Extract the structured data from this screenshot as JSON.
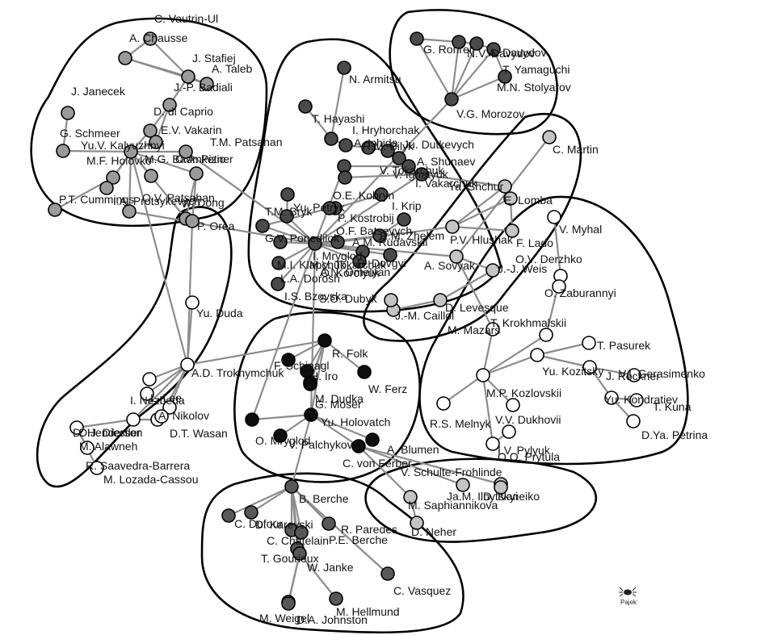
{
  "colors": {
    "c1": "#9a9a9a",
    "c2": "#4a4a4a",
    "c3": "#c4c4c4",
    "c4": "#ffffff",
    "c5": "#0d0d0d",
    "c6": "#585858"
  },
  "software_logo": "Pajek",
  "nodes": [
    {
      "name": "C. Vautrin-Ul",
      "group": "c1"
    },
    {
      "name": "A. Chausse",
      "group": "c1"
    },
    {
      "name": "J. Stafiej",
      "group": "c1"
    },
    {
      "name": "A. Taleb",
      "group": "c1"
    },
    {
      "name": "J.-P. Badiali",
      "group": "c1"
    },
    {
      "name": "D. di Caprio",
      "group": "c1"
    },
    {
      "name": "E.V. Vakarin",
      "group": "c1"
    },
    {
      "name": "J. Janecek",
      "group": "c1"
    },
    {
      "name": "G. Schmeer",
      "group": "c1"
    },
    {
      "name": "M.F. Holovko",
      "group": "c1"
    },
    {
      "name": "Yu.V. Kalyuzhnyi",
      "group": "c1"
    },
    {
      "name": "T.M. Patsahan",
      "group": "c1"
    },
    {
      "name": "I.A. Protsykevych",
      "group": "c1"
    },
    {
      "name": "M.G. Baumketner",
      "group": "c1"
    },
    {
      "name": "O.A. Pizio",
      "group": "c1"
    },
    {
      "name": "P.T. Cummings",
      "group": "c1"
    },
    {
      "name": "O.V. Patsahan",
      "group": "c1"
    },
    {
      "name": "W. Dong",
      "group": "c1"
    },
    {
      "name": "P. Orea",
      "group": "c1"
    },
    {
      "name": "N. Armitsu",
      "group": "c2"
    },
    {
      "name": "T. Hayashi",
      "group": "c2"
    },
    {
      "name": "I. Hryhorchak",
      "group": "c2"
    },
    {
      "name": "A. Ishida",
      "group": "c2"
    },
    {
      "name": "R.M. Bilyk",
      "group": "c2"
    },
    {
      "name": "Ju. Dutkevych",
      "group": "c2"
    },
    {
      "name": "A. Shunaev",
      "group": "c2"
    },
    {
      "name": "V. Ignatyuk",
      "group": "c2"
    },
    {
      "name": "O.E. Kobryn",
      "group": "c2"
    },
    {
      "name": "V. Tokarchuk",
      "group": "c2"
    },
    {
      "name": "I. Vakarchuk",
      "group": "c2"
    },
    {
      "name": "Yu. Petryk",
      "group": "c2"
    },
    {
      "name": "T.M. Bryk",
      "group": "c2"
    },
    {
      "name": "I. Krip",
      "group": "c2"
    },
    {
      "name": "P. Kostrobij",
      "group": "c2"
    },
    {
      "name": "O.F. Batsevych",
      "group": "c2"
    },
    {
      "name": "G.V. Ponedilok",
      "group": "c2"
    },
    {
      "name": "R.M. Zhelem",
      "group": "c2"
    },
    {
      "name": "A.M. Rudavskii",
      "group": "c2"
    },
    {
      "name": "I. Mryglod",
      "group": "c2"
    },
    {
      "name": "M.I. Klapchuk",
      "group": "c2"
    },
    {
      "name": "M.V. Tokarchuk",
      "group": "c2"
    },
    {
      "name": "A.N. Omelyan",
      "group": "c2"
    },
    {
      "name": "O. Korolyuk",
      "group": "c2"
    },
    {
      "name": "R. Dovgyi",
      "group": "c2"
    },
    {
      "name": "L.A. Dorosh",
      "group": "c2"
    },
    {
      "name": "I.S. Bzovska",
      "group": "c2"
    },
    {
      "name": "G. Rohrer",
      "group": "c2"
    },
    {
      "name": "N.V. Davydov",
      "group": "c2"
    },
    {
      "name": "A. Davydov",
      "group": "c2"
    },
    {
      "name": "T. Yamaguchi",
      "group": "c2"
    },
    {
      "name": "M.N. Stolyarov",
      "group": "c2"
    },
    {
      "name": "V.G. Morozov",
      "group": "c2"
    },
    {
      "name": "C. Martin",
      "group": "c3"
    },
    {
      "name": "Ya. Shchur",
      "group": "c3"
    },
    {
      "name": "E. Lomba",
      "group": "c3"
    },
    {
      "name": "P.V. Hlushak",
      "group": "c3"
    },
    {
      "name": "F. Lado",
      "group": "c3"
    },
    {
      "name": "A. Sovyak",
      "group": "c3"
    },
    {
      "name": "J.-J. Weis",
      "group": "c3"
    },
    {
      "name": "D. Levesque",
      "group": "c3"
    },
    {
      "name": "J.-M. Caillol",
      "group": "c3"
    },
    {
      "name": "S.O. Dubyk",
      "group": "c3"
    },
    {
      "name": "V. Myhal",
      "group": "c4"
    },
    {
      "name": "O.V. Derzhko",
      "group": "c4"
    },
    {
      "name": "O. Zaburannyi",
      "group": "c4"
    },
    {
      "name": "M. Mazars",
      "group": "c4"
    },
    {
      "name": "T. Krokhmalskii",
      "group": "c4"
    },
    {
      "name": "T. Pasurek",
      "group": "c4"
    },
    {
      "name": "Yu. Kozitsky",
      "group": "c4"
    },
    {
      "name": "J. Rockner",
      "group": "c4"
    },
    {
      "name": "V.I. Gerasimenko",
      "group": "c4"
    },
    {
      "name": "Yu. Kondratiev",
      "group": "c4"
    },
    {
      "name": "T. Kuna",
      "group": "c4"
    },
    {
      "name": "M.P. Kozlovskii",
      "group": "c4"
    },
    {
      "name": "R.S. Melnyk",
      "group": "c4"
    },
    {
      "name": "V.V. Dukhovii",
      "group": "c4"
    },
    {
      "name": "D.Ya. Petrina",
      "group": "c4"
    },
    {
      "name": "I.V. Pylyuk",
      "group": "c4"
    },
    {
      "name": "O.O. Prytula",
      "group": "c4"
    },
    {
      "name": "Yu. Duda",
      "group": "c4"
    },
    {
      "name": "A.D. Trokhymchuk",
      "group": "c4"
    },
    {
      "name": "I. Nezbeda",
      "group": "c4"
    },
    {
      "name": "L. Lee",
      "group": "c4"
    },
    {
      "name": "A. Nikolov",
      "group": "c4"
    },
    {
      "name": "D. Henderson",
      "group": "c4"
    },
    {
      "name": "D.J. Diestler",
      "group": "c4"
    },
    {
      "name": "D.T. Wasan",
      "group": "c4"
    },
    {
      "name": "M. Alawneh",
      "group": "c4"
    },
    {
      "name": "R. Saavedra-Barrera",
      "group": "c4"
    },
    {
      "name": "M. Lozada-Cassou",
      "group": "c4"
    },
    {
      "name": "R. Folk",
      "group": "c5"
    },
    {
      "name": "F. Schinagl",
      "group": "c5"
    },
    {
      "name": "H. Iro",
      "group": "c5"
    },
    {
      "name": "W. Ferz",
      "group": "c5"
    },
    {
      "name": "M. Dudka",
      "group": "c5"
    },
    {
      "name": "G. Moser",
      "group": "c5"
    },
    {
      "name": "Yu. Holovatch",
      "group": "c5"
    },
    {
      "name": "O. Mryglod",
      "group": "c5"
    },
    {
      "name": "V. Palchykov",
      "group": "c5"
    },
    {
      "name": "A. Blumen",
      "group": "c5"
    },
    {
      "name": "C. von Ferber",
      "group": "c5"
    },
    {
      "name": "V. Schulte-Frohlinde",
      "group": "c3"
    },
    {
      "name": "Ja.M. Ilnytskyi",
      "group": "c3"
    },
    {
      "name": "D. Ivaneiko",
      "group": "c3"
    },
    {
      "name": "M. Saphiannikova",
      "group": "c3"
    },
    {
      "name": "D. Neher",
      "group": "c3"
    },
    {
      "name": "B. Berche",
      "group": "c6"
    },
    {
      "name": "D. Karevski",
      "group": "c6"
    },
    {
      "name": "C. Dufour",
      "group": "c6"
    },
    {
      "name": "R. Paredes",
      "group": "c6"
    },
    {
      "name": "C. Chatelain",
      "group": "c6"
    },
    {
      "name": "P.E. Berche",
      "group": "c6"
    },
    {
      "name": "T. Gourieux",
      "group": "c6"
    },
    {
      "name": "W. Janke",
      "group": "c6"
    },
    {
      "name": "C. Vasquez",
      "group": "c6"
    },
    {
      "name": "M. Weigel",
      "group": "c6"
    },
    {
      "name": "M. Hellmund",
      "group": "c6"
    },
    {
      "name": "D.A. Johnston",
      "group": "c6"
    }
  ],
  "edges": [
    [
      "C. Vautrin-Ul",
      "A. Chausse"
    ],
    [
      "C. Vautrin-Ul",
      "J. Stafiej"
    ],
    [
      "A. Chausse",
      "J. Stafiej"
    ],
    [
      "A. Chausse",
      "A. Taleb"
    ],
    [
      "J. Stafiej",
      "J.-P. Badiali"
    ],
    [
      "J. Stafiej",
      "A. Taleb"
    ],
    [
      "J.-P. Badiali",
      "D. di Caprio"
    ],
    [
      "J.-P. Badiali",
      "E.V. Vakarin"
    ],
    [
      "D. di Caprio",
      "M.F. Holovko"
    ],
    [
      "E.V. Vakarin",
      "M.F. Holovko"
    ],
    [
      "J. Janecek",
      "G. Schmeer"
    ],
    [
      "G. Schmeer",
      "M.F. Holovko"
    ],
    [
      "Yu.V. Kalyuzhnyi",
      "M.F. Holovko"
    ],
    [
      "Yu.V. Kalyuzhnyi",
      "P.T. Cummings"
    ],
    [
      "M.F. Holovko",
      "I.A. Protsykevych"
    ],
    [
      "M.F. Holovko",
      "M.G. Baumketner"
    ],
    [
      "M.F. Holovko",
      "T.M. Patsahan"
    ],
    [
      "M.F. Holovko",
      "O.A. Pizio"
    ],
    [
      "O.A. Pizio",
      "W. Dong"
    ],
    [
      "O.A. Pizio",
      "P. Orea"
    ],
    [
      "O.V. Patsahan",
      "I. Mryglod"
    ],
    [
      "M.F. Holovko",
      "O.V. Patsahan"
    ],
    [
      "M.F. Holovko",
      "W. Dong"
    ],
    [
      "M.F. Holovko",
      "A.D. Trokhymchuk"
    ],
    [
      "T. Hayashi",
      "I. Hryhorchak"
    ],
    [
      "N. Armitsu",
      "I. Hryhorchak"
    ],
    [
      "I. Hryhorchak",
      "A. Ishida"
    ],
    [
      "A. Ishida",
      "R.M. Bilyk"
    ],
    [
      "R.M. Bilyk",
      "Ju. Dutkevych"
    ],
    [
      "Ju. Dutkevych",
      "A. Shunaev"
    ],
    [
      "V. Ignatyuk",
      "O.E. Kobryn"
    ],
    [
      "O.E. Kobryn",
      "V. Tokarchuk"
    ],
    [
      "V. Tokarchuk",
      "I. Vakarchuk"
    ],
    [
      "Yu. Petryk",
      "T.M. Bryk"
    ],
    [
      "T.M. Bryk",
      "I. Mryglod"
    ],
    [
      "I. Krip",
      "P. Kostrobij"
    ],
    [
      "P. Kostrobij",
      "O.F. Batsevych"
    ],
    [
      "O.F. Batsevych",
      "G.V. Ponedilok"
    ],
    [
      "R.M. Zhelem",
      "A.M. Rudavskii"
    ],
    [
      "I. Mryglod",
      "M.I. Klapchuk"
    ],
    [
      "I. Mryglod",
      "M.V. Tokarchuk"
    ],
    [
      "I. Mryglod",
      "A.N. Omelyan"
    ],
    [
      "I. Mryglod",
      "O. Korolyuk"
    ],
    [
      "I. Mryglod",
      "R. Dovgyi"
    ],
    [
      "I. Mryglod",
      "L.A. Dorosh"
    ],
    [
      "I. Mryglod",
      "I.S. Bzovska"
    ],
    [
      "I. Mryglod",
      "O.E. Kobryn"
    ],
    [
      "I. Mryglod",
      "A.M. Rudavskii"
    ],
    [
      "I. Mryglod",
      "G.V. Ponedilok"
    ],
    [
      "I. Mryglod",
      "I. Vakarchuk"
    ],
    [
      "I. Mryglod",
      "T.M. Patsahan"
    ],
    [
      "I. Mryglod",
      "A. Sovyak"
    ],
    [
      "I. Mryglod",
      "Yu. Holovatch"
    ],
    [
      "I. Mryglod",
      "O. Mryglod"
    ],
    [
      "I. Vakarchuk",
      "Ya. Shchur"
    ],
    [
      "M.V. Tokarchuk",
      "P.V. Hlushak"
    ],
    [
      "G. Rohrer",
      "V.G. Morozov"
    ],
    [
      "N.V. Davydov",
      "V.G. Morozov"
    ],
    [
      "A. Davydov",
      "V.G. Morozov"
    ],
    [
      "T. Yamaguchi",
      "V.G. Morozov"
    ],
    [
      "M.N. Stolyarov",
      "V.G. Morozov"
    ],
    [
      "G. Rohrer",
      "N.V. Davydov"
    ],
    [
      "N.V. Davydov",
      "A. Davydov"
    ],
    [
      "A. Davydov",
      "T. Yamaguchi"
    ],
    [
      "T. Yamaguchi",
      "M.N. Stolyarov"
    ],
    [
      "V.G. Morozov",
      "I. Mryglod"
    ],
    [
      "C. Martin",
      "A. Sovyak"
    ],
    [
      "E. Lomba",
      "P.V. Hlushak"
    ],
    [
      "F. Lado",
      "E. Lomba"
    ],
    [
      "J.-J. Weis",
      "D. Levesque"
    ],
    [
      "D. Levesque",
      "J.-M. Caillol"
    ],
    [
      "J.-M. Caillol",
      "S.O. Dubyk"
    ],
    [
      "Ya. Shchur",
      "P.V. Hlushak"
    ],
    [
      "A. Sovyak",
      "J.-J. Weis"
    ],
    [
      "A. Sovyak",
      "M. Mazars"
    ],
    [
      "P.V. Hlushak",
      "F. Lado"
    ],
    [
      "V. Myhal",
      "O.V. Derzhko"
    ],
    [
      "O.V. Derzhko",
      "T. Krokhmalskii"
    ],
    [
      "O.V. Derzhko",
      "O. Zaburannyi"
    ],
    [
      "T. Krokhmalskii",
      "M.P. Kozlovskii"
    ],
    [
      "M.P. Kozlovskii",
      "R.S. Melnyk"
    ],
    [
      "M.P. Kozlovskii",
      "V.V. Dukhovii"
    ],
    [
      "M.P. Kozlovskii",
      "I.V. Pylyuk"
    ],
    [
      "M.P. Kozlovskii",
      "Yu. Kozitsky"
    ],
    [
      "Yu. Kozitsky",
      "T. Pasurek"
    ],
    [
      "Yu. Kozitsky",
      "J. Rockner"
    ],
    [
      "J. Rockner",
      "V.I. Gerasimenko"
    ],
    [
      "J. Rockner",
      "Yu. Kondratiev"
    ],
    [
      "Yu. Kondratiev",
      "T. Kuna"
    ],
    [
      "Yu. Kondratiev",
      "D.Ya. Petrina"
    ],
    [
      "I.V. Pylyuk",
      "O.O. Prytula"
    ],
    [
      "M.P. Kozlovskii",
      "M. Mazars"
    ],
    [
      "Yu. Duda",
      "A.D. Trokhymchuk"
    ],
    [
      "A.D. Trokhymchuk",
      "I. Nezbeda"
    ],
    [
      "A.D. Trokhymchuk",
      "L. Lee"
    ],
    [
      "A.D. Trokhymchuk",
      "A. Nikolov"
    ],
    [
      "A.D. Trokhymchuk",
      "D. Henderson"
    ],
    [
      "A.D. Trokhymchuk",
      "D.T. Wasan"
    ],
    [
      "D. Henderson",
      "D.J. Diestler"
    ],
    [
      "D. Henderson",
      "M. Alawneh"
    ],
    [
      "M. Alawneh",
      "R. Saavedra-Barrera"
    ],
    [
      "M. Alawneh",
      "M. Lozada-Cassou"
    ],
    [
      "A.D. Trokhymchuk",
      "P. Orea"
    ],
    [
      "A.D. Trokhymchuk",
      "R. Folk"
    ],
    [
      "R. Folk",
      "F. Schinagl"
    ],
    [
      "R. Folk",
      "H. Iro"
    ],
    [
      "R. Folk",
      "W. Ferz"
    ],
    [
      "R. Folk",
      "M. Dudka"
    ],
    [
      "R. Folk",
      "G. Moser"
    ],
    [
      "R. Folk",
      "Yu. Holovatch"
    ],
    [
      "Yu. Holovatch",
      "O. Mryglod"
    ],
    [
      "Yu. Holovatch",
      "V. Palchykov"
    ],
    [
      "Yu. Holovatch",
      "A. Blumen"
    ],
    [
      "Yu. Holovatch",
      "C. von Ferber"
    ],
    [
      "Yu. Holovatch",
      "B. Berche"
    ],
    [
      "C. von Ferber",
      "V. Schulte-Frohlinde"
    ],
    [
      "C. von Ferber",
      "Ja.M. Ilnytskyi"
    ],
    [
      "C. von Ferber",
      "M. Saphiannikova"
    ],
    [
      "Ja.M. Ilnytskyi",
      "D. Ivaneiko"
    ],
    [
      "M. Saphiannikova",
      "D. Neher"
    ],
    [
      "B. Berche",
      "D. Karevski"
    ],
    [
      "B. Berche",
      "C. Dufour"
    ],
    [
      "B. Berche",
      "R. Paredes"
    ],
    [
      "B. Berche",
      "C. Chatelain"
    ],
    [
      "B. Berche",
      "P.E. Berche"
    ],
    [
      "B. Berche",
      "T. Gourieux"
    ],
    [
      "B. Berche",
      "C. Vasquez"
    ],
    [
      "B. Berche",
      "W. Janke"
    ],
    [
      "W. Janke",
      "M. Weigel"
    ],
    [
      "W. Janke",
      "M. Hellmund"
    ],
    [
      "W. Janke",
      "D.A. Johnston"
    ]
  ]
}
